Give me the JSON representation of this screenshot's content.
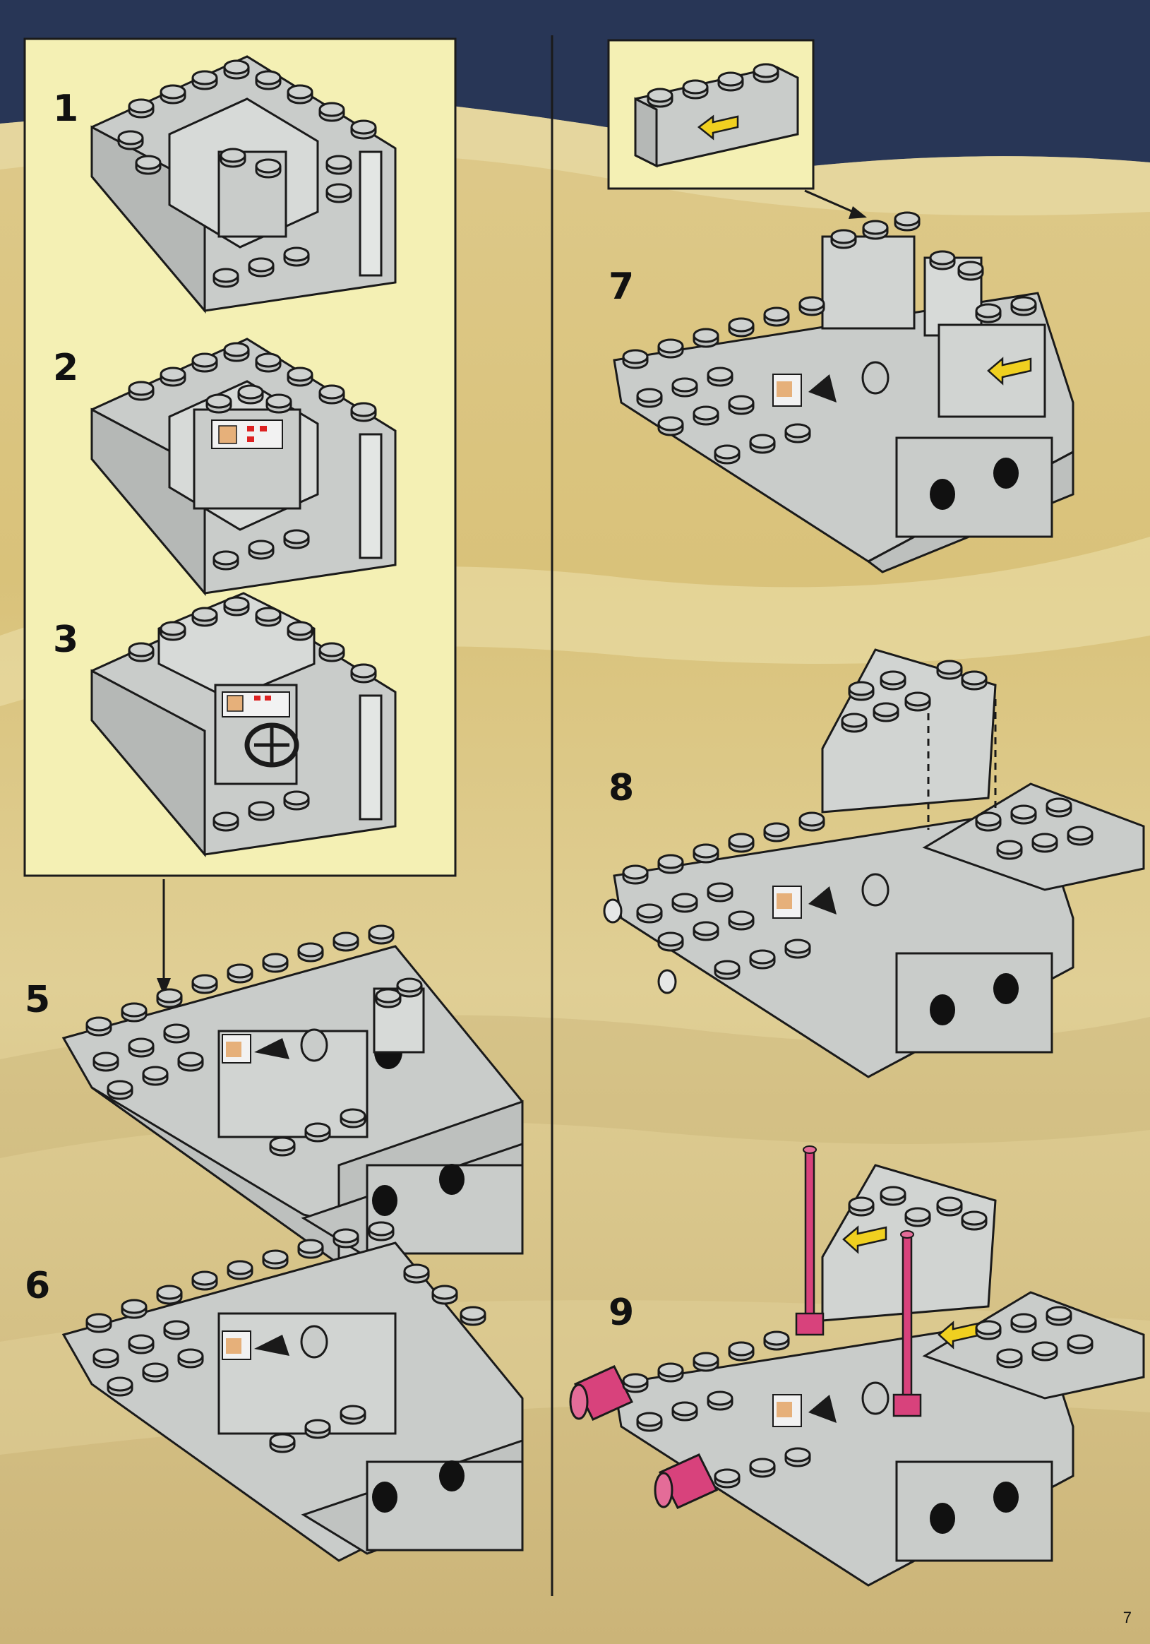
{
  "page": {
    "number": "7"
  },
  "steps": [
    {
      "label": "1"
    },
    {
      "label": "2"
    },
    {
      "label": "3"
    },
    {
      "label": "5"
    },
    {
      "label": "6"
    },
    {
      "label": "7"
    },
    {
      "label": "8"
    },
    {
      "label": "9"
    }
  ],
  "colors": {
    "brick_gray": "#c9ccca",
    "stud": "#c4c7c5",
    "outline": "#1a1a1a",
    "panel_yellow": "#f4f0b4",
    "sand": "#d9c27c",
    "sky": "#2a3a5a",
    "antenna_pink": "#d8427c",
    "arrow_yellow": "#f0d020"
  },
  "icons": [
    "arrow-left-icon",
    "arrow-down-icon",
    "steering-wheel-icon",
    "control-panel-sticker-icon"
  ]
}
